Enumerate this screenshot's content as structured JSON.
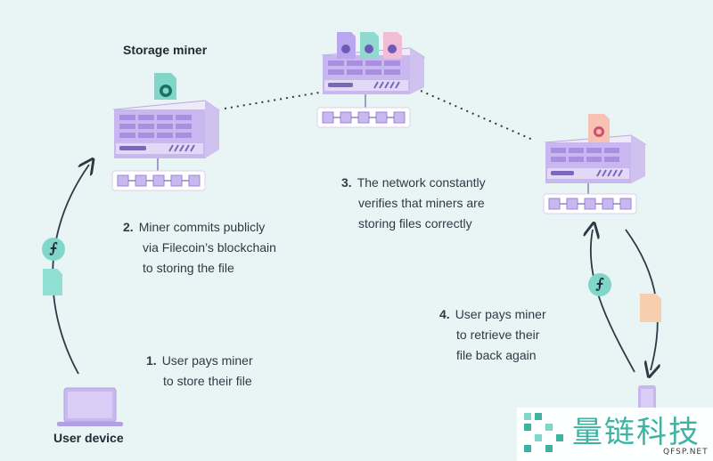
{
  "storage_miner_title": "Storage miner",
  "user_device_title": "User device",
  "steps": [
    {
      "num": "1.",
      "lines": [
        "User pays miner",
        "to store their file"
      ]
    },
    {
      "num": "2.",
      "lines": [
        "Miner commits publicly",
        "via Filecoin’s blockchain",
        "to storing the file"
      ]
    },
    {
      "num": "3.",
      "lines": [
        "The network constantly",
        "verifies that miners are",
        "storing files correctly"
      ]
    },
    {
      "num": "4.",
      "lines": [
        "User pays miner",
        "to retrieve their",
        "file back again"
      ]
    }
  ],
  "coin_glyph": "⨍",
  "watermark": {
    "name": "量链科技",
    "url": "QFSP.NET"
  },
  "colors": {
    "teal": "#7fd6c9",
    "purple": "#c9b8ef",
    "pink": "#f3c9ae",
    "slate": "#2d3a45"
  }
}
